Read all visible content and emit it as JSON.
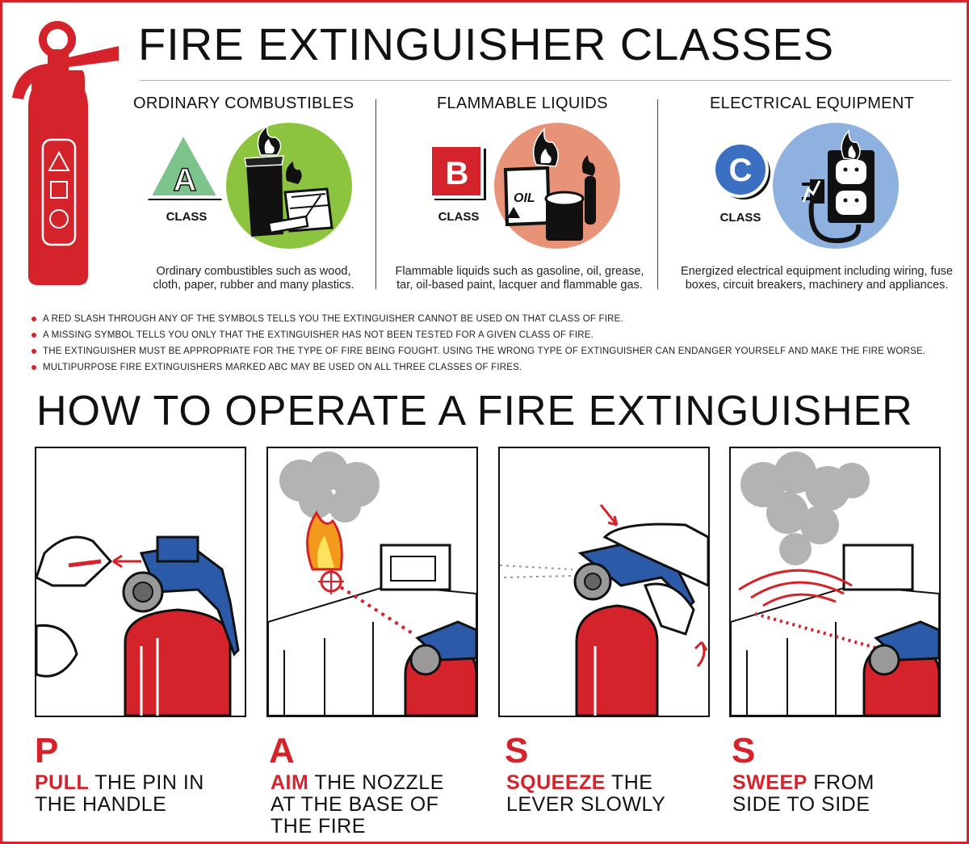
{
  "header": {
    "title": "FIRE EXTINGUISHER CLASSES"
  },
  "classes": [
    {
      "heading": "ORDINARY COMBUSTIBLES",
      "letter": "A",
      "class_label": "CLASS",
      "badge_shape": "triangle",
      "badge_color": "#7dc48c",
      "circle_color": "#8cc43f",
      "icon": "trash-can-and-wood-fire-icon",
      "desc_line1": "Ordinary combustibles such as wood,",
      "desc_line2": "cloth, paper, rubber and many plastics."
    },
    {
      "heading": "FLAMMABLE LIQUIDS",
      "letter": "B",
      "class_label": "CLASS",
      "badge_shape": "square",
      "badge_color": "#d4232a",
      "circle_color": "#e89378",
      "icon": "oil-containers-fire-icon",
      "desc_line1": "Flammable liquids such as gasoline, oil, grease,",
      "desc_line2": "tar, oil-based paint, lacquer and flammable gas."
    },
    {
      "heading": "ELECTRICAL EQUIPMENT",
      "letter": "C",
      "class_label": "CLASS",
      "badge_shape": "circle",
      "badge_color": "#3a6fc1",
      "circle_color": "#8fb1e0",
      "icon": "electrical-outlet-fire-icon",
      "desc_line1": "Energized electrical equipment including wiring, fuse",
      "desc_line2": "boxes, circuit breakers, machinery and appliances."
    }
  ],
  "notes": [
    "A RED SLASH THROUGH ANY OF THE SYMBOLS TELLS YOU THE EXTINGUISHER CANNOT BE USED ON THAT CLASS OF FIRE.",
    "A MISSING SYMBOL TELLS YOU ONLY THAT THE EXTINGUISHER HAS NOT BEEN TESTED FOR A GIVEN CLASS OF FIRE.",
    "THE EXTINGUISHER MUST BE APPROPRIATE FOR THE TYPE OF FIRE BEING FOUGHT. USING THE WRONG TYPE OF EXTINGUISHER CAN ENDANGER YOURSELF AND MAKE THE FIRE WORSE.",
    "MULTIPURPOSE FIRE EXTINGUISHERS MARKED ABC MAY BE USED ON ALL THREE CLASSES OF FIRES."
  ],
  "howto": {
    "title": "HOW TO OPERATE A FIRE EXTINGUISHER",
    "steps": [
      {
        "letter": "P",
        "keyword": "PULL",
        "line1_rest": " THE PIN IN",
        "line2": "THE HANDLE",
        "line3": "",
        "icon": "pull-pin-illustration"
      },
      {
        "letter": "A",
        "keyword": "AIM",
        "line1_rest": " THE NOZZLE",
        "line2": "AT THE BASE OF",
        "line3": "THE FIRE",
        "icon": "aim-nozzle-illustration"
      },
      {
        "letter": "S",
        "keyword": "SQUEEZE",
        "line1_rest": " THE",
        "line2": "LEVER SLOWLY",
        "line3": "",
        "icon": "squeeze-lever-illustration"
      },
      {
        "letter": "S",
        "keyword": "SWEEP",
        "line1_rest": " FROM",
        "line2": "SIDE TO SIDE",
        "line3": "",
        "icon": "sweep-side-to-side-illustration"
      }
    ]
  },
  "colors": {
    "accent_red": "#d4232a",
    "handle_blue": "#2b5aa8",
    "smoke_gray": "#b3b3b3"
  }
}
